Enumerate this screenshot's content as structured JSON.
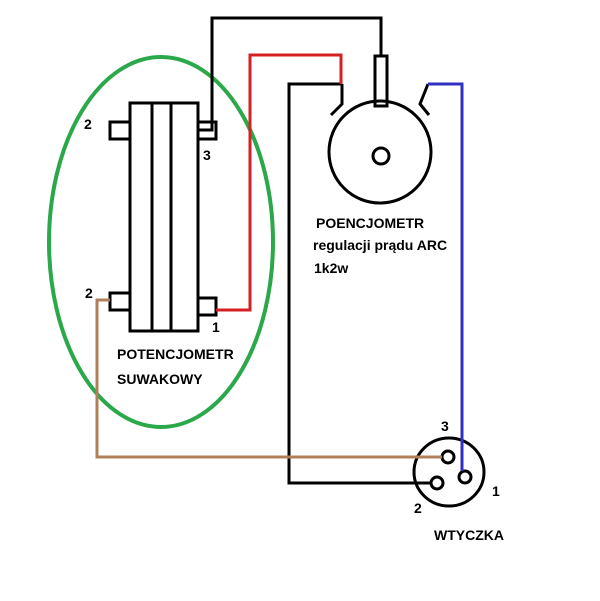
{
  "slider_pot": {
    "label_line1": "POTENCJOMETR",
    "label_line2": "SUWAKOWY",
    "pin_top_left": "2",
    "pin_top_right": "3",
    "pin_bottom_left": "2",
    "pin_bottom_right": "1"
  },
  "rotary_pot": {
    "label_line1": "POENCJOMETR",
    "label_line2": "regulacji prądu ARC",
    "label_line3": "1k2w"
  },
  "plug": {
    "label": "WTYCZKA",
    "pin_3": "3",
    "pin_2": "2",
    "pin_1": "1"
  },
  "colors": {
    "wire_black": "#000000",
    "wire_red": "#d42020",
    "wire_blue": "#3030c0",
    "wire_brown": "#b0805a",
    "ellipse_green": "#2aa84a"
  }
}
